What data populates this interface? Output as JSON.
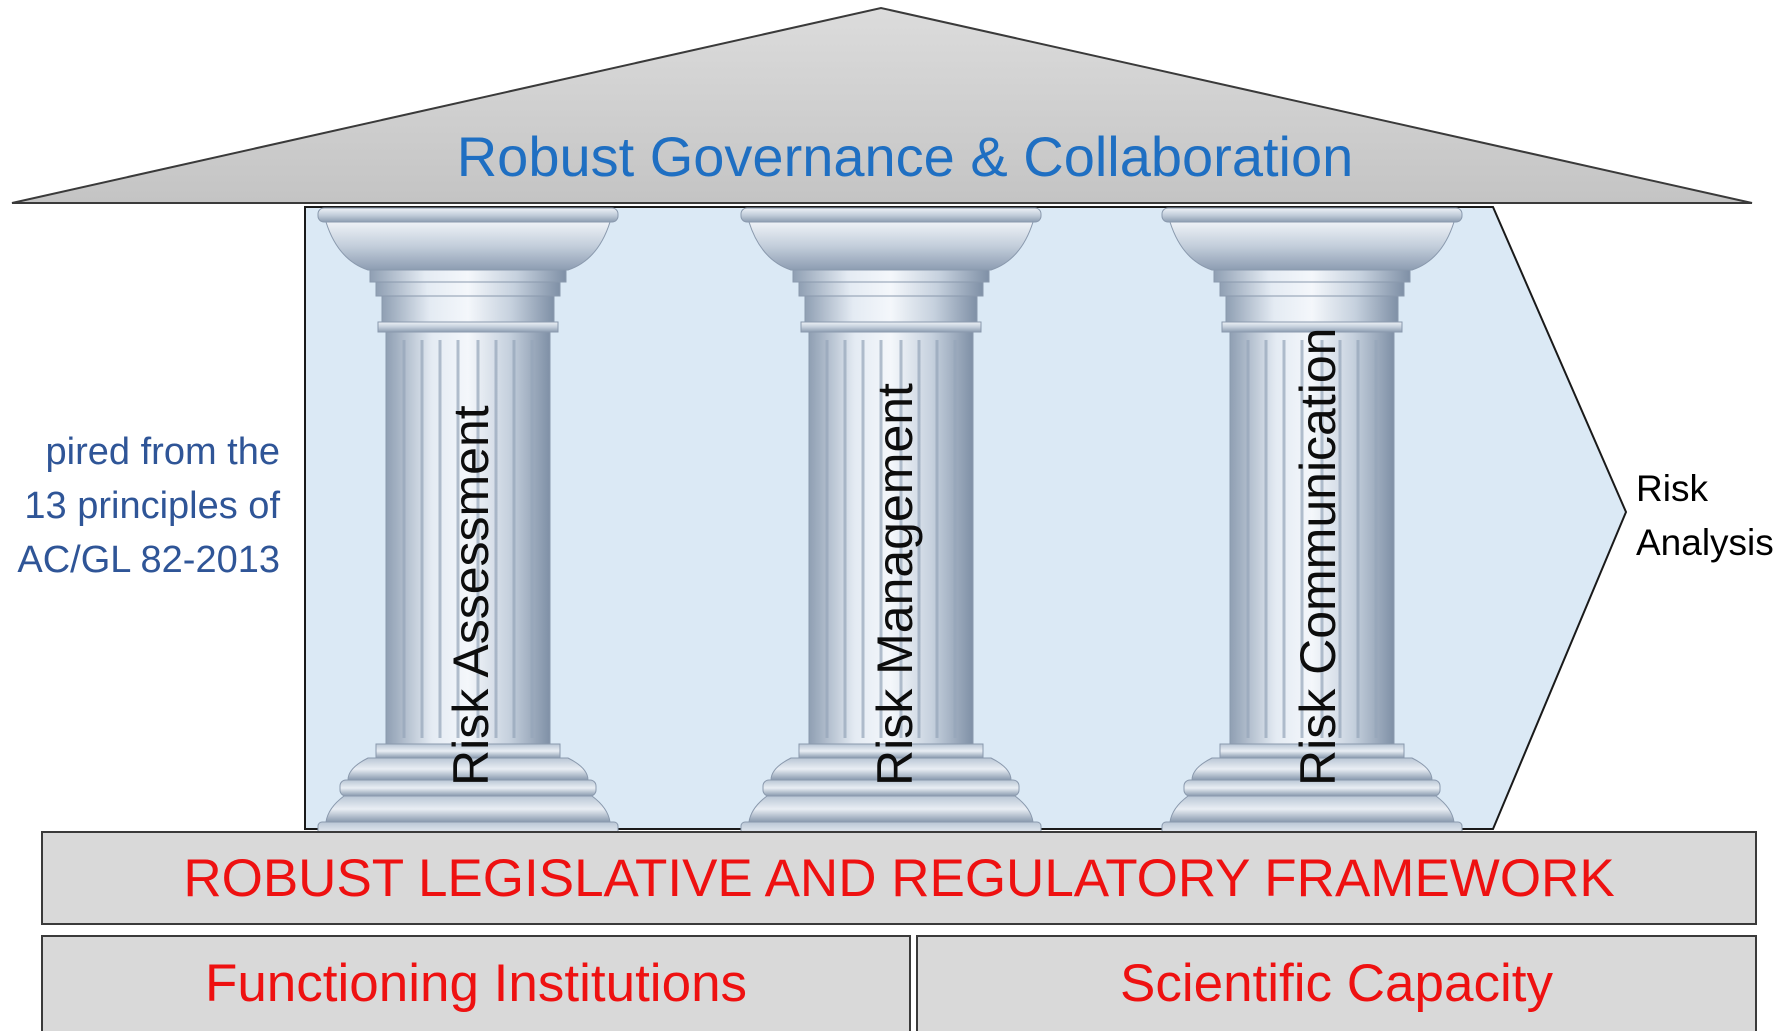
{
  "roof": {
    "title": "Robust Governance & Collaboration"
  },
  "pillars": [
    {
      "label": "Risk Assessment"
    },
    {
      "label": "Risk Management"
    },
    {
      "label": "Risk Communication"
    }
  ],
  "arrow": {
    "label_line1": "Risk",
    "label_line2": "Analysis"
  },
  "side_note": {
    "line1": "pired from the",
    "line2": "13 principles of",
    "line3": "AC/GL 82-2013"
  },
  "foundation": {
    "main": "ROBUST LEGISLATIVE AND REGULATORY FRAMEWORK",
    "left": "Functioning Institutions",
    "right": "Scientific Capacity"
  },
  "colors": {
    "roof_text": "#1f6fc2",
    "foundation_text": "#ee1111",
    "side_note_text": "#2f5597",
    "panel_fill": "#dbe9f5",
    "slab_fill": "#d9d9d9"
  }
}
